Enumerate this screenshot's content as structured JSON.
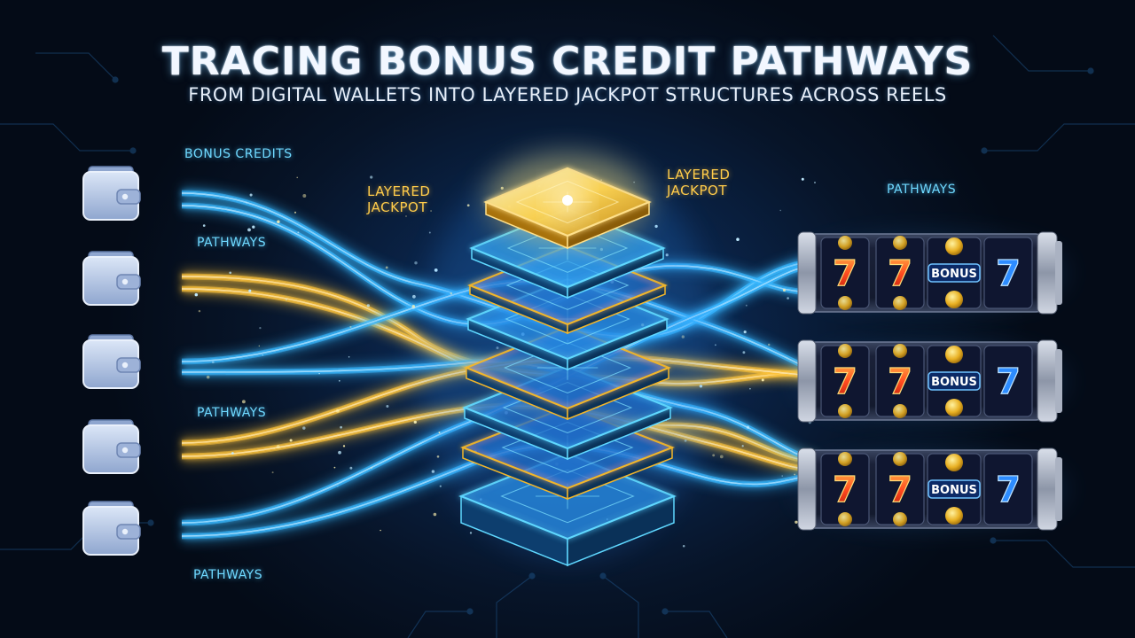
{
  "header": {
    "title": "TRACING BONUS CREDIT PATHWAYS",
    "subtitle": "FROM DIGITAL WALLETS INTO LAYERED JACKPOT STRUCTURES ACROSS REELS"
  },
  "labels": {
    "bonus_credits": "BONUS CREDITS",
    "pathways_1": "PATHWAYS",
    "pathways_2": "PATHWAYS",
    "pathways_3": "PATHWAYS",
    "pathways_right": "PATHWAYS",
    "layered_jackpot_left": [
      "LAYERED",
      "JACKPOT"
    ],
    "layered_jackpot_right": [
      "LAYERED",
      "JACKPOT"
    ]
  },
  "reels": [
    {
      "symbols": [
        "7",
        "7",
        "BONUS",
        "7"
      ]
    },
    {
      "symbols": [
        "7",
        "7",
        "BONUS",
        "7"
      ]
    },
    {
      "symbols": [
        "7",
        "7",
        "BONUS",
        "7"
      ]
    }
  ],
  "colors": {
    "blue_stream": "#38b8ff",
    "gold_stream": "#ffc43a",
    "seven_red": "#ff3a1e",
    "seven_blue": "#2d8cff",
    "wallet_fill": "#b6c8e6",
    "tower_edge": "#5fd8ff",
    "tower_gold": "#f2b62a"
  },
  "icons": {
    "wallet": "wallet-icon",
    "reel": "slot-reel-icon",
    "tower": "layered-jackpot-stack-icon"
  }
}
